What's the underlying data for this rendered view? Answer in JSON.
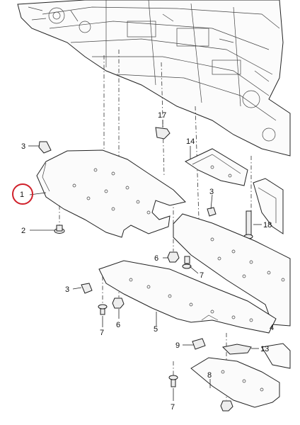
{
  "callouts": [
    {
      "id": "c1",
      "number": "1",
      "highlighted": true
    },
    {
      "id": "c2",
      "number": "2"
    },
    {
      "id": "c3a",
      "number": "3"
    },
    {
      "id": "c3b",
      "number": "3"
    },
    {
      "id": "c3c",
      "number": "3"
    },
    {
      "id": "c4",
      "number": "4"
    },
    {
      "id": "c5",
      "number": "5"
    },
    {
      "id": "c6a",
      "number": "6"
    },
    {
      "id": "c6b",
      "number": "6"
    },
    {
      "id": "c7a",
      "number": "7"
    },
    {
      "id": "c7b",
      "number": "7"
    },
    {
      "id": "c7c",
      "number": "7"
    },
    {
      "id": "c8",
      "number": "8"
    },
    {
      "id": "c9",
      "number": "9"
    },
    {
      "id": "c13",
      "number": "13"
    },
    {
      "id": "c14",
      "number": "14"
    },
    {
      "id": "c17",
      "number": "17"
    },
    {
      "id": "c18",
      "number": "18"
    }
  ],
  "colors": {
    "line": "#222222",
    "highlight_circle": "#d0202a",
    "background": "#ffffff"
  }
}
